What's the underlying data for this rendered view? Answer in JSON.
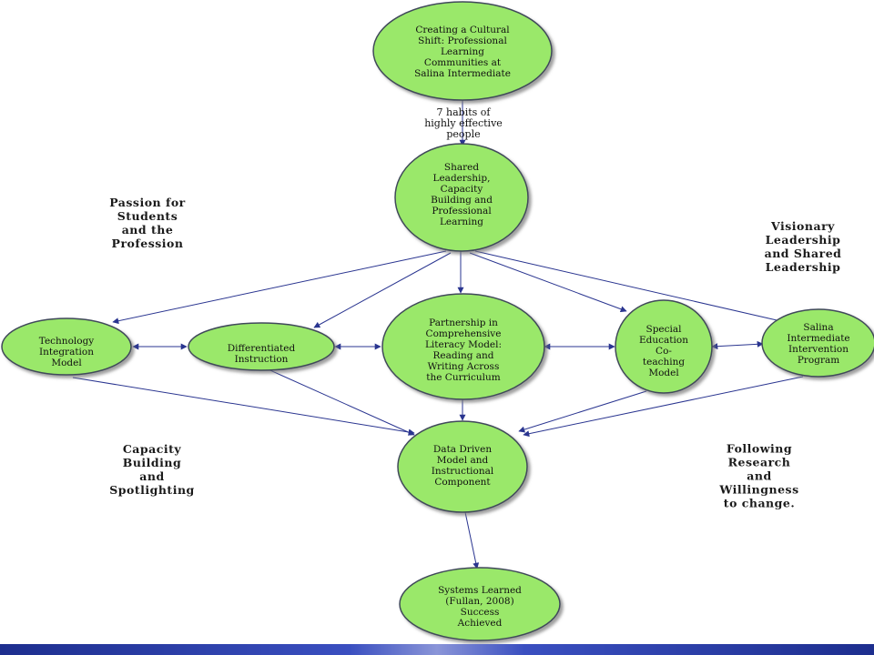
{
  "colors": {
    "node_fill": "#9ae86a",
    "node_stroke": "#404a5a",
    "edge": "#2a3590",
    "bar": "#2536a0"
  },
  "nodes": {
    "top": [
      "Creating a Cultural",
      "Shift: Professional",
      "Learning",
      "Communities at",
      "Salina Intermediate"
    ],
    "shared": [
      "Shared",
      "Leadership,",
      "Capacity",
      "Building and",
      "Professional",
      "Learning"
    ],
    "technology": [
      "Technology",
      "Integration",
      "Model"
    ],
    "differentiated": [
      "Differentiated",
      "Instruction"
    ],
    "partnership": [
      "Partnership in",
      "Comprehensive",
      "Literacy Model:",
      "Reading and",
      "Writing Across",
      "the Curriculum"
    ],
    "special": [
      "Special",
      "Education",
      "Co-",
      "teaching",
      "Model"
    ],
    "salina": [
      "Salina",
      "Intermediate",
      "Intervention",
      "Program"
    ],
    "data_driven": [
      "Data Driven",
      "Model and",
      "Instructional",
      "Component"
    ],
    "systems": [
      "Systems Learned",
      "(Fullan, 2008)",
      "Success",
      "Achieved"
    ]
  },
  "edge_label": [
    "7 habits of",
    "highly effective",
    "people"
  ],
  "side_labels": {
    "passion": [
      "Passion for",
      "Students",
      "and the",
      "Profession"
    ],
    "visionary": [
      "Visionary",
      "Leadership",
      "and Shared",
      "Leadership"
    ],
    "capacity": [
      "Capacity",
      "Building",
      "and",
      "Spotlighting"
    ],
    "following": [
      "Following",
      "Research",
      "and",
      "Willingness",
      "to change."
    ]
  }
}
